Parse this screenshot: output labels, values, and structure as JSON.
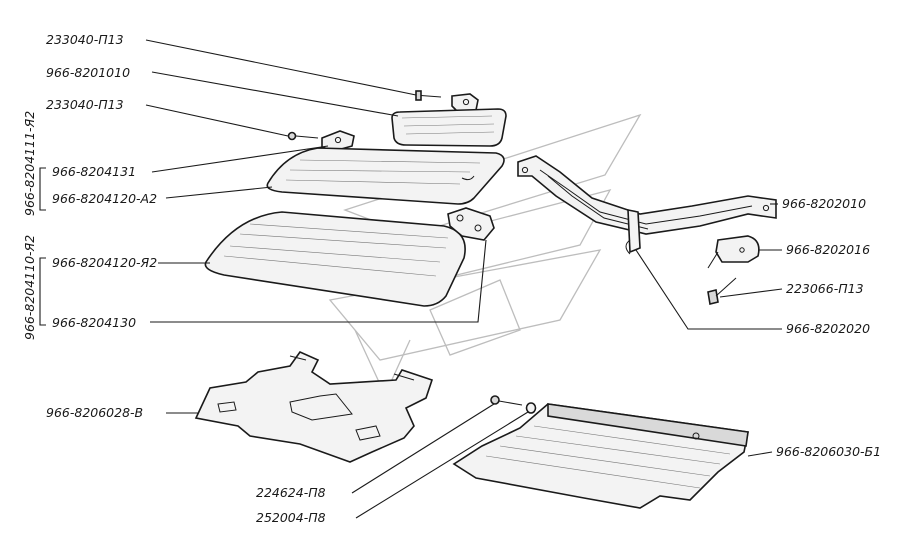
{
  "labels": {
    "bolt_mirror": "233040-П13",
    "mirror": "966-8201010",
    "bolt_visor": "233040-П13",
    "hinge_bracket": "966-8204131",
    "visor_upper": "966-8204120-А2",
    "visor_lower": "966-8204120-Я2",
    "visor_pivot": "966-8204130",
    "group_upper": "966-8204111-Я2",
    "group_lower": "966-8204110-Я2",
    "clamp_bracket": "966-8202010",
    "clip": "966-8202016",
    "screw_clip": "223066-П13",
    "hook": "966-8202020",
    "tray_left": "966-8206028-В",
    "tray_right": "966-8206030-Б1",
    "screw_tray": "224624-П8",
    "washer_tray": "252004-П8"
  }
}
